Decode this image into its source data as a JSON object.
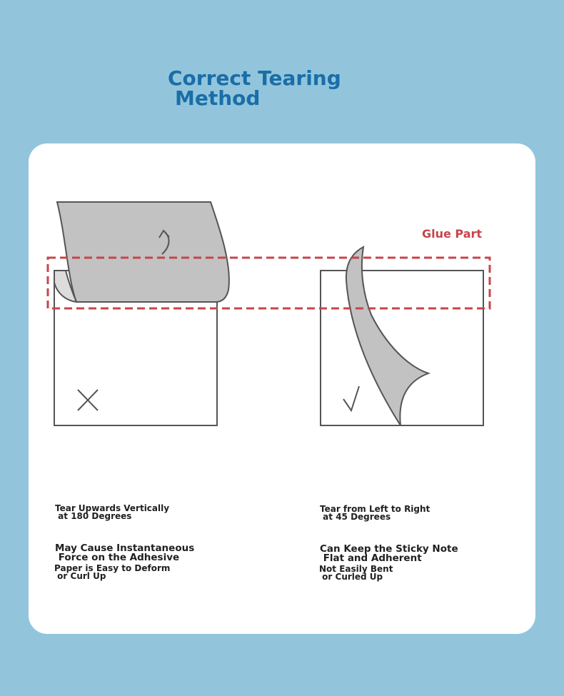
{
  "title": {
    "line1": "Correct Tearing",
    "line2": "Method"
  },
  "glue_label": "Glue Part",
  "marks": {
    "wrong": "cross-mark-icon",
    "right": "check-mark-icon"
  },
  "colors": {
    "background": "#92c5dc",
    "title": "#1a6ea8",
    "glue_dash": "#c8444a",
    "paper_fill": "#c2c2c2",
    "outline": "#555555"
  },
  "left": {
    "method_line1": "Tear Upwards Vertically",
    "method_line2": " at 180 Degrees",
    "effect_line1": "May Cause Instantaneous",
    "effect_line2": " Force on the Adhesive",
    "note_line1": "Paper is Easy to Deform",
    "note_line2": " or Curl Up"
  },
  "right": {
    "method_line1": "Tear from Left to Right",
    "method_line2": " at 45 Degrees",
    "effect_line1": "Can Keep the Sticky Note",
    "effect_line2": " Flat and Adherent",
    "note_line1": "Not Easily Bent",
    "note_line2": " or Curled Up"
  }
}
